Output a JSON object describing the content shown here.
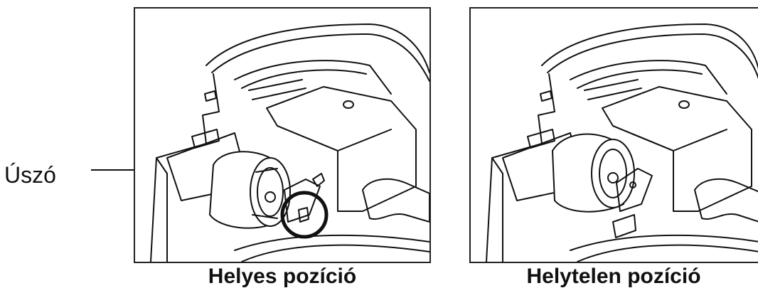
{
  "callout": {
    "label": "Úszó"
  },
  "panels": [
    {
      "caption": "Helyes pozíció",
      "state": "correct"
    },
    {
      "caption": "Helytelen pozíció",
      "state": "incorrect"
    }
  ]
}
